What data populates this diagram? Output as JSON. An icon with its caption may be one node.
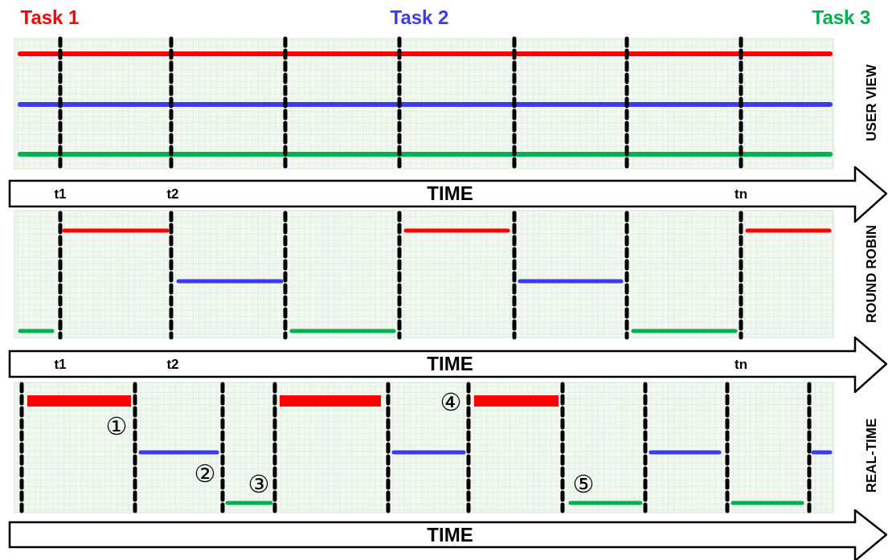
{
  "diagram": {
    "nodes": [
      {
        "text": [
          "t1",
          "t2",
          "TIME",
          "tn"
        ]
      },
      {
        "text": [
          "t1",
          "t2",
          "TIME",
          "tn"
        ]
      },
      {
        "text": [
          "TIME"
        ]
      }
    ],
    "labels": [
      "Task 1",
      "Task 2",
      "Task 3",
      "USER VIEW",
      "ROUND ROBIN",
      "①",
      "④",
      "②",
      "③",
      "⑤",
      "REAL-TIME"
    ]
  }
}
